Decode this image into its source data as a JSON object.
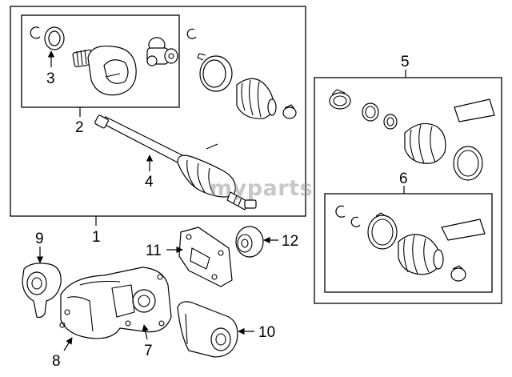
{
  "watermark": "myparts",
  "callouts": [
    "1",
    "2",
    "3",
    "4",
    "5",
    "6",
    "7",
    "8",
    "9",
    "10",
    "11",
    "12"
  ]
}
